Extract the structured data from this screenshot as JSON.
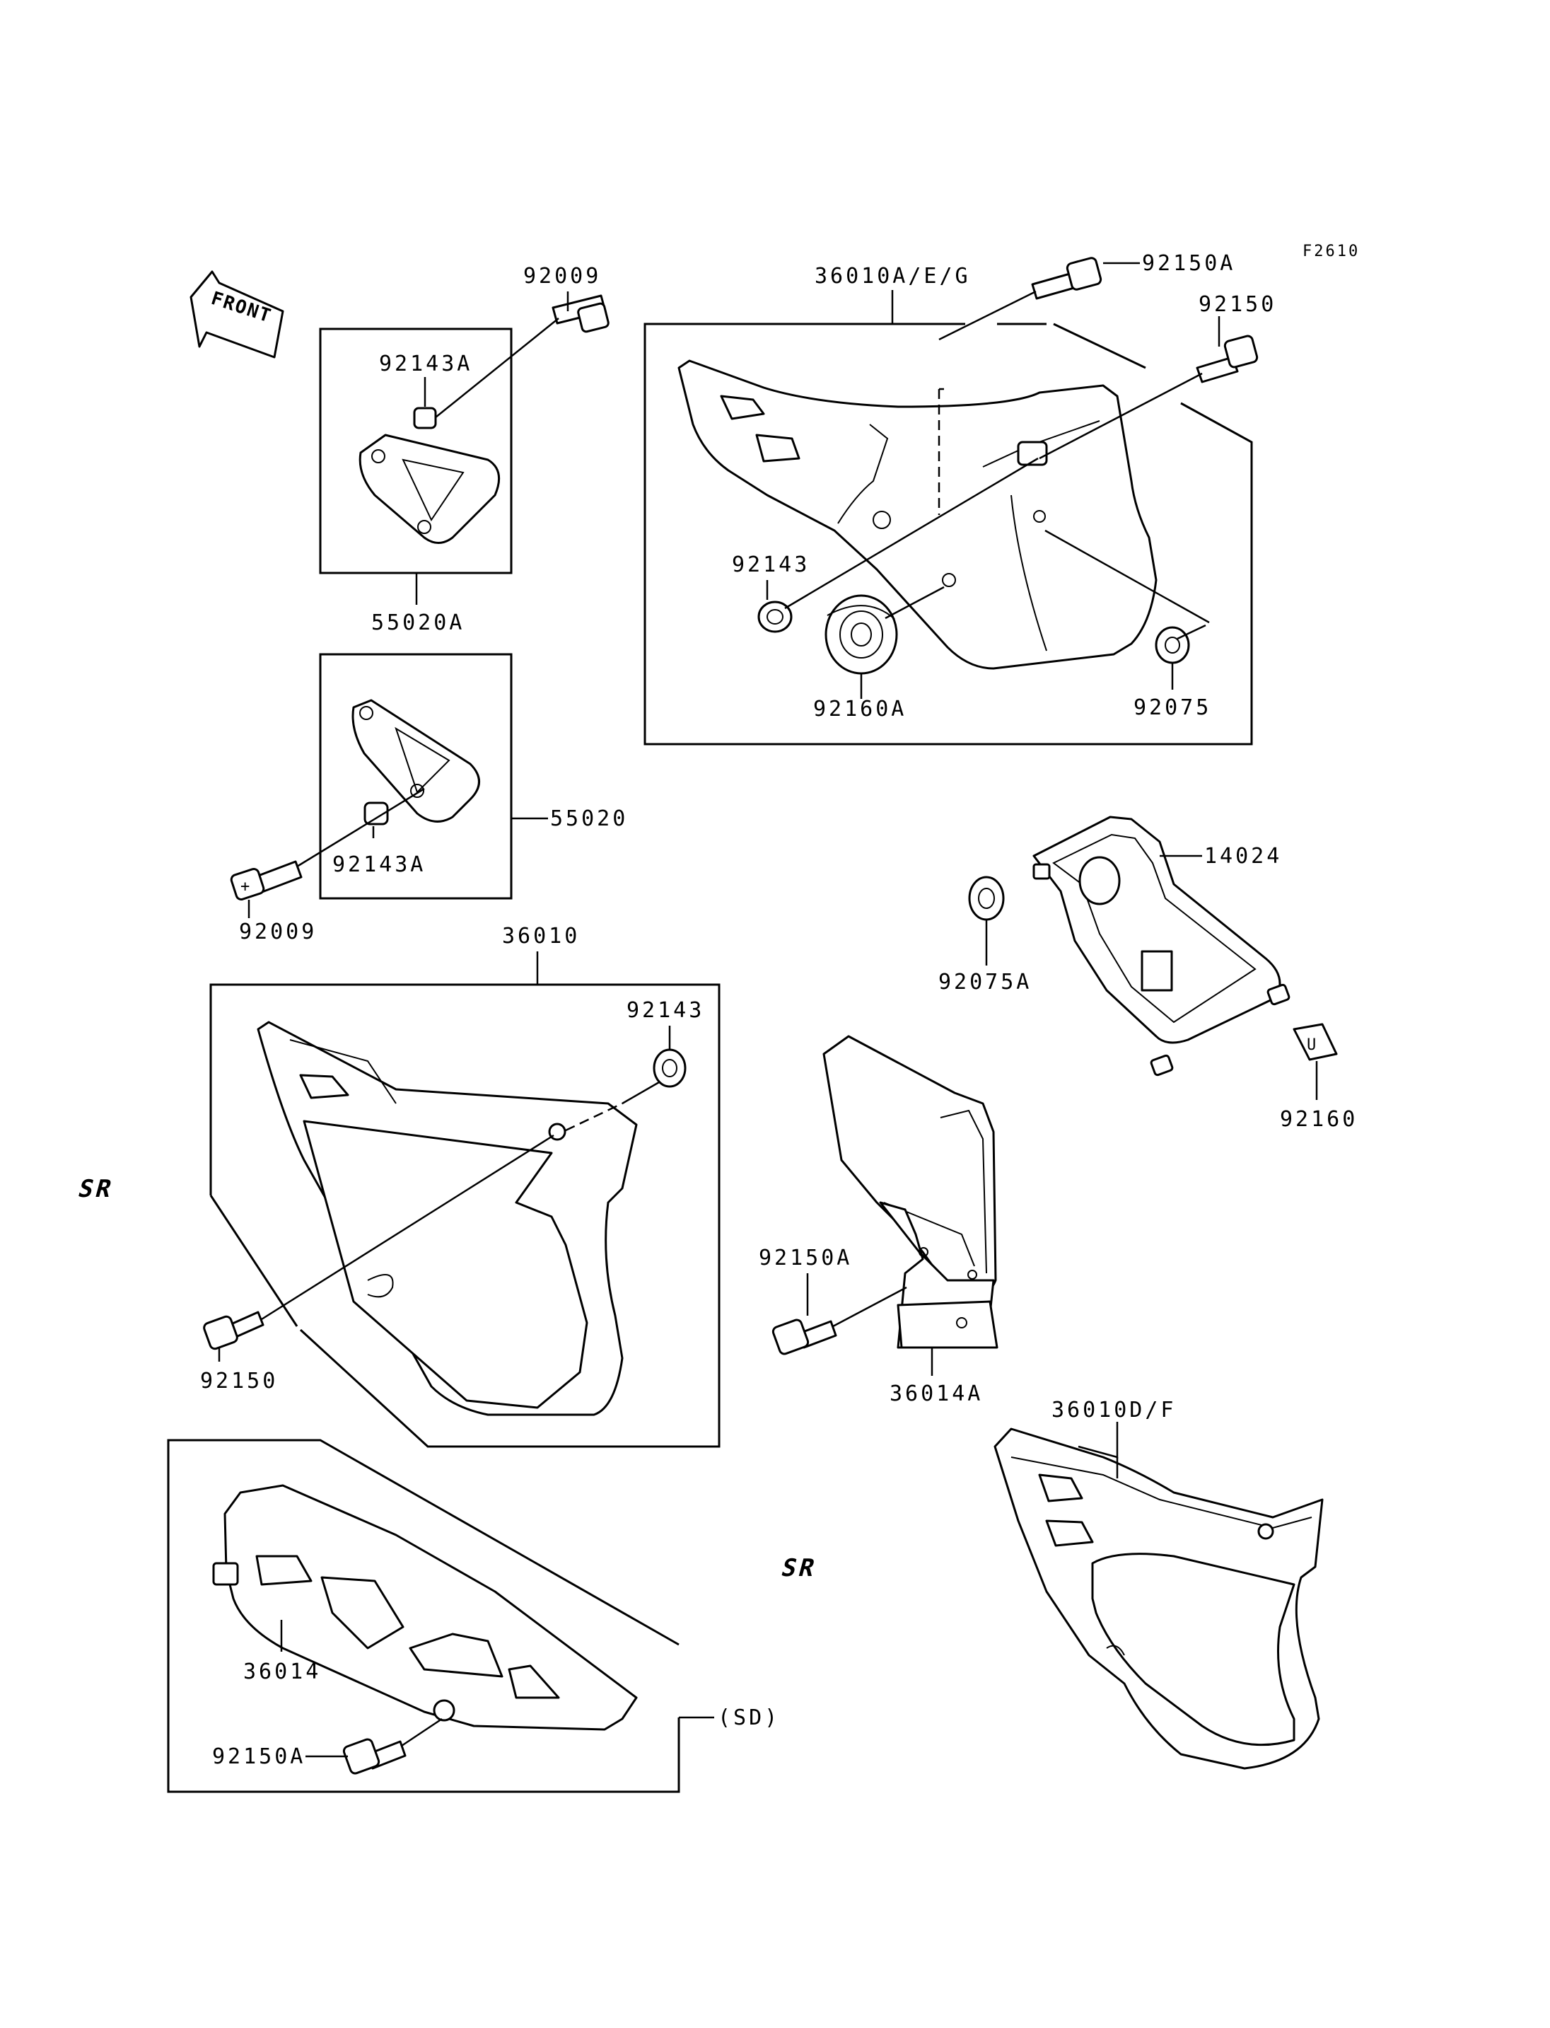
{
  "diagram_code": "F2610",
  "direction_marker": "FRONT",
  "labels": {
    "p92009_top": "92009",
    "p92143A_top": "92143A",
    "p55020A": "55020A",
    "p55020": "55020",
    "p92143A_mid": "92143A",
    "p92009_mid": "92009",
    "p36010AEG": "36010A/E/G",
    "p92150A_top": "92150A",
    "p92150_top": "92150",
    "p92143_top": "92143",
    "p92160A": "92160A",
    "p92075": "92075",
    "p14024": "14024",
    "p92075A": "92075A",
    "p92160": "92160",
    "p36010": "36010",
    "p92143_mid": "92143",
    "p92150_mid": "92150",
    "p92150A_mid": "92150A",
    "p36014A": "36014A",
    "p36010DF": "36010D/F",
    "p36014": "36014",
    "p92150A_bot": "92150A",
    "sd": "(SD)"
  },
  "badges": {
    "sr_mid": "SR",
    "sr_right": "SR"
  },
  "colors": {
    "line": "#000000",
    "background": "#ffffff"
  }
}
